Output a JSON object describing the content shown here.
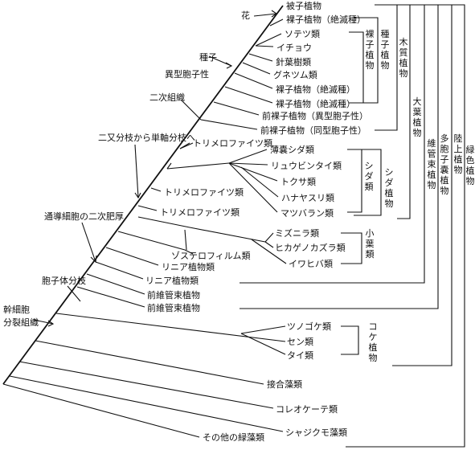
{
  "colors": {
    "ink": "#111111",
    "background": "#ffffff"
  },
  "leaves": {
    "angiosperms": "被子植物",
    "extinct_seed_1": "裸子植物（絶滅種）",
    "cycads": "ソテツ類",
    "ginkgo": "イチョウ",
    "conifers": "針葉樹類",
    "gnetophytes": "グネツム類",
    "extinct_seed_2": "裸子植物（絶滅種）",
    "extinct_seed_3": "裸子植物（絶滅種）",
    "progymno_hetero": "前裸子植物（異型胞子性）",
    "progymno_homo": "前裸子植物（同型胞子性）",
    "trimero_1": "トリメロファイツ類",
    "marattiales": "薄嚢シダ類",
    "ophioglossales": "リュウビンタイ類",
    "equisetum": "トクサ類",
    "ophioglossum": "ハナヤスリ類",
    "psilotum": "マツバラン類",
    "trimero_2": "トリメロファイツ類",
    "trimero_3": "トリメロファイツ類",
    "isoetes": "ミズニラ類",
    "selaginella": "ヒカゲノカズラ類",
    "selaginella_2": "イワヒバ類",
    "zosterophyll": "ゾステロフィルム類",
    "rhynia_1": "リニア植物類",
    "rhynia_2": "リニア植物類",
    "protracheo_1": "前維管束植物",
    "protracheo_2": "前維管束植物",
    "hornworts": "ツノゴケ類",
    "liverworts": "セン類",
    "mosses": "タイ類",
    "zygnema": "接合藻類",
    "coleochaete": "コレオケーテ類",
    "charophytes": "シャジクモ藻類",
    "other_greens": "その他の緑藻類"
  },
  "events": {
    "flower": "花",
    "seed": "種子",
    "heterospory": "異型胞子性",
    "secondary_tissue": "二次組織",
    "monopodial": "二又分枝から単軸分枝へ",
    "secondary_thickening": "通導細胞の二次肥厚",
    "sporophyte_branching": "胞子体分枝",
    "apical_cell": "幹細胞",
    "meristem": "分裂組織"
  },
  "brackets": {
    "gymnosperms": "裸子植物",
    "seed_plants": "種子植物",
    "woody": "木質植物",
    "ferns": "シダ類",
    "monilophytes": "シダ植物",
    "lycophytes": "小葉類",
    "euphyllophytes": "大葉植物",
    "vascular": "維管束植物",
    "polysporangiophytes": "多胞子嚢植物",
    "land_plants": "陸上植物",
    "bryophytes": "コケ植物",
    "green_plants": "緑色植物"
  }
}
